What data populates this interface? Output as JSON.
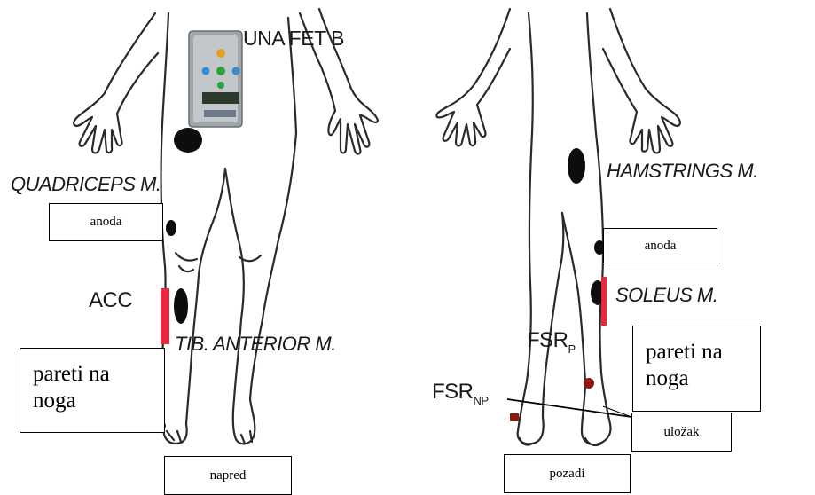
{
  "device_label": "UNA FET B",
  "front": {
    "quadriceps_label": "QUADRICEPS M.",
    "anode_box": "anoda",
    "acc_label": "ACC",
    "tib_label": "TIB. ANTERIOR M.",
    "paretic_box_line1": "pareti na",
    "paretic_box_line2": "noga",
    "view_box": "napred"
  },
  "back": {
    "hamstrings_label": "HAMSTRINGS M.",
    "anode_box": "anoda",
    "soleus_label": "SOLEUS M.",
    "fsr_p_main": "FSR",
    "fsr_p_sub": "P",
    "fsr_np_main": "FSR",
    "fsr_np_sub": "NP",
    "paretic_box_line1": "pareti na",
    "paretic_box_line2": "noga",
    "insole_box": "uložak",
    "view_box": "pozadi"
  },
  "colors": {
    "outline": "#2a2a2a",
    "electrode": "#0d0d0d",
    "accelerometer": "#e8283c",
    "fsr_sensor": "#8b1a10",
    "device_body": "#9fa5a8"
  }
}
